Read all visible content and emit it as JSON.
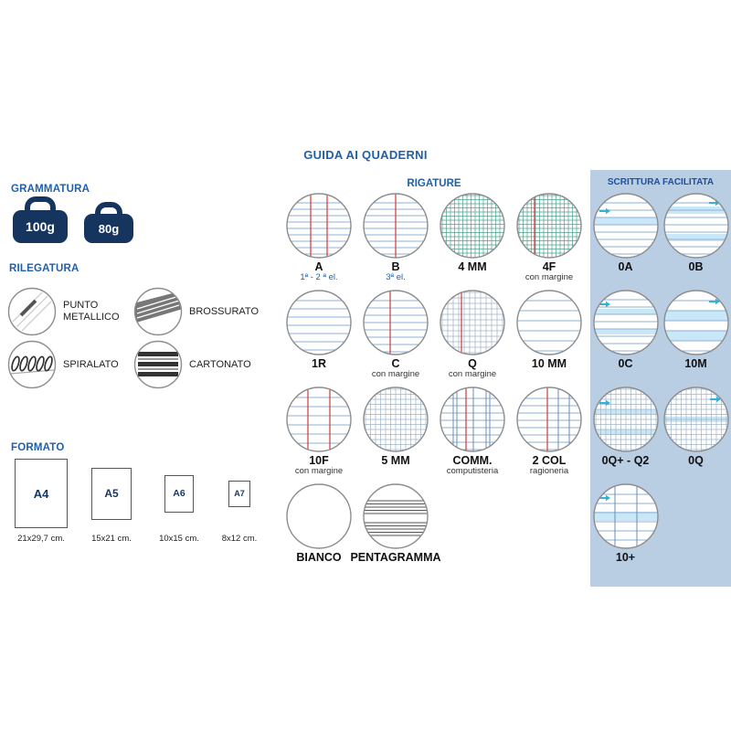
{
  "title": "GUIDA AI QUADERNI",
  "colors": {
    "accent_blue": "#2060ab",
    "panel_bg": "#b9cde3",
    "weight_navy": "#16355e",
    "margin_red": "#cf3a3a",
    "grid_teal": "#4d9f8d",
    "line_blue": "#8fb0d4",
    "band_cyan": "#c9e7f6",
    "arrow_cyan": "#2fb3d6"
  },
  "left": {
    "grammatura": {
      "label": "GRAMMATURA",
      "weights": [
        {
          "value": "100g"
        },
        {
          "value": "80g"
        }
      ]
    },
    "rilegatura": {
      "label": "RILEGATURA",
      "items": [
        {
          "label": "PUNTO METALLICO",
          "icon": "staple-binding-icon"
        },
        {
          "label": "BROSSURATO",
          "icon": "glued-binding-icon"
        },
        {
          "label": "SPIRALATO",
          "icon": "spiral-binding-icon"
        },
        {
          "label": "CARTONATO",
          "icon": "hardcover-binding-icon"
        }
      ]
    },
    "formato": {
      "label": "FORMATO",
      "sizes": [
        {
          "name": "A4",
          "dim": "21x29,7 cm."
        },
        {
          "name": "A5",
          "dim": "15x21 cm."
        },
        {
          "name": "A6",
          "dim": "10x15 cm."
        },
        {
          "name": "A7",
          "dim": "8x12 cm."
        }
      ]
    }
  },
  "rigature": {
    "label": "RIGATURE",
    "items": [
      {
        "code": "A",
        "sub": "1ª - 2 ª el.",
        "sub_class": "blue",
        "pattern": "lines-a"
      },
      {
        "code": "B",
        "sub": "3ª el.",
        "sub_class": "blue",
        "pattern": "lines-b"
      },
      {
        "code": "4 MM",
        "sub": "",
        "sub_class": "",
        "pattern": "grid-4mm"
      },
      {
        "code": "4F",
        "sub": "con margine",
        "sub_class": "",
        "pattern": "grid-4f"
      },
      {
        "code": "1R",
        "sub": "",
        "sub_class": "",
        "pattern": "lines-1r"
      },
      {
        "code": "C",
        "sub": "con margine",
        "sub_class": "",
        "pattern": "lines-c"
      },
      {
        "code": "Q",
        "sub": "con margine",
        "sub_class": "",
        "pattern": "grid-q"
      },
      {
        "code": "10 MM",
        "sub": "",
        "sub_class": "",
        "pattern": "lines-10mm"
      },
      {
        "code": "10F",
        "sub": "con margine",
        "sub_class": "",
        "pattern": "lines-10f"
      },
      {
        "code": "5 MM",
        "sub": "",
        "sub_class": "",
        "pattern": "grid-5mm"
      },
      {
        "code": "COMM.",
        "sub": "computisteria",
        "sub_class": "",
        "pattern": "comm"
      },
      {
        "code": "2 COL",
        "sub": "ragioneria",
        "sub_class": "",
        "pattern": "twocol"
      },
      {
        "code": "BIANCO",
        "sub": "",
        "sub_class": "",
        "pattern": "blank"
      },
      {
        "code": "PENTAGRAMMA",
        "sub": "",
        "sub_class": "",
        "pattern": "penta"
      }
    ]
  },
  "facilitata": {
    "label": "SCRITTURA FACILITATA",
    "items": [
      {
        "code": "0A",
        "pattern": "facil-0a"
      },
      {
        "code": "0B",
        "pattern": "facil-0b"
      },
      {
        "code": "0C",
        "pattern": "facil-0c"
      },
      {
        "code": "10M",
        "pattern": "facil-10m"
      },
      {
        "code": "0Q+ - Q2",
        "pattern": "facil-0q2"
      },
      {
        "code": "0Q",
        "pattern": "facil-0q"
      },
      {
        "code": "10+",
        "pattern": "facil-10plus"
      }
    ]
  }
}
